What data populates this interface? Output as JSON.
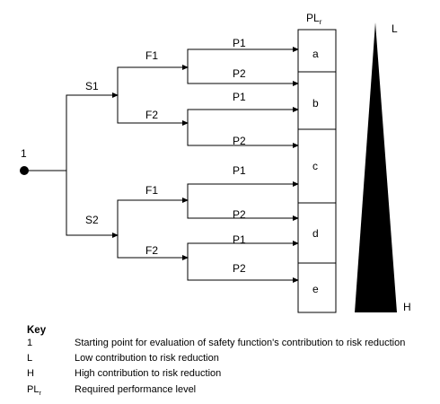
{
  "diagram": {
    "start_label": "1",
    "severity": [
      "S1",
      "S2"
    ],
    "frequency": [
      "F1",
      "F2"
    ],
    "possibility": [
      "P1",
      "P2"
    ],
    "plr_header": "PL",
    "plr_header_sub": "r",
    "levels": [
      "a",
      "b",
      "c",
      "d",
      "e"
    ],
    "scale_low": "L",
    "scale_high": "H"
  },
  "key": {
    "title": "Key",
    "rows": [
      {
        "symbol": "1",
        "symbol_sub": "",
        "description": "Starting point for evaluation of safety function's contribution to risk reduction"
      },
      {
        "symbol": "L",
        "symbol_sub": "",
        "description": "Low contribution to risk reduction"
      },
      {
        "symbol": "H",
        "symbol_sub": "",
        "description": "High contribution to risk reduction"
      },
      {
        "symbol": "PL",
        "symbol_sub": "r",
        "description": "Required performance level"
      }
    ]
  }
}
